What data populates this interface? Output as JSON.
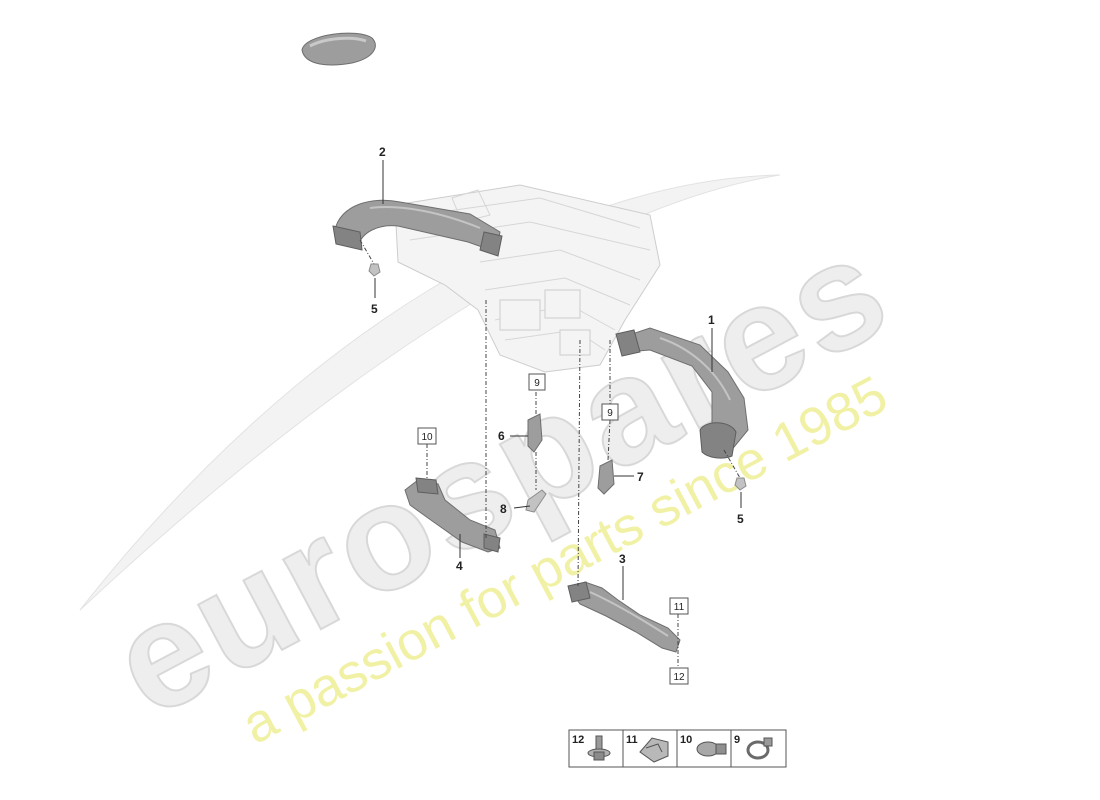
{
  "watermark": {
    "brand": "eurospares",
    "tagline": "a passion for parts since 1985"
  },
  "callouts": {
    "c1": "1",
    "c2": "2",
    "c3": "3",
    "c4": "4",
    "c5a": "5",
    "c5b": "5",
    "c6": "6",
    "c7": "7",
    "c8": "8"
  },
  "boxed_refs": {
    "b9a": "9",
    "b9b": "9",
    "b10": "10",
    "b11": "11",
    "b12": "12"
  },
  "legend": {
    "items": [
      {
        "number": "12",
        "icon": "torx-bolt-icon"
      },
      {
        "number": "11",
        "icon": "clip-nut-icon"
      },
      {
        "number": "10",
        "icon": "expanding-rivet-icon"
      },
      {
        "number": "9",
        "icon": "hose-clamp-icon"
      }
    ]
  }
}
